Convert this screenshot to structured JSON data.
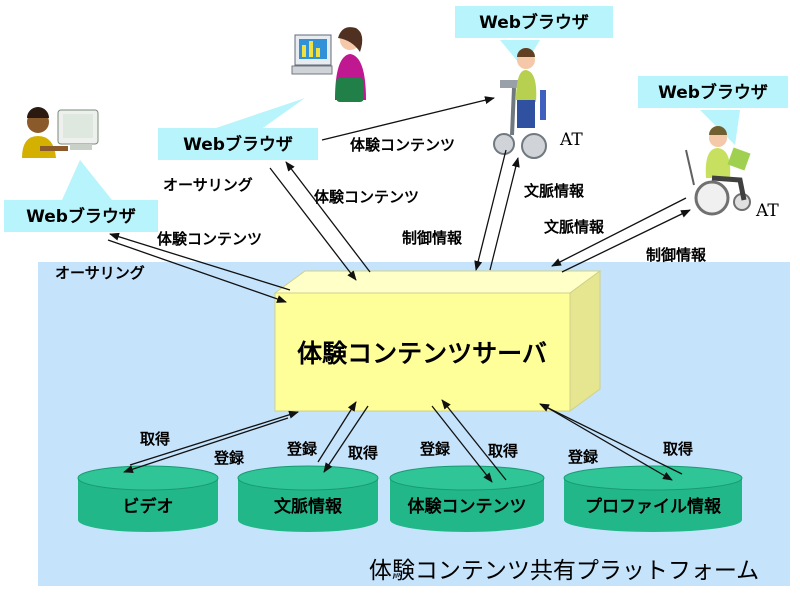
{
  "browsers": {
    "left": "Webブラウザ",
    "center_left": "Webブラウザ",
    "top_center": "Webブラウザ",
    "top_right": "Webブラウザ"
  },
  "at_labels": {
    "center": "AT",
    "right": "AT"
  },
  "edge_labels": {
    "authoring_left": "オーサリング",
    "content_left": "体験コンテンツ",
    "authoring_center": "オーサリング",
    "content_center": "体験コンテンツ",
    "content_top": "体験コンテンツ",
    "context_center": "文脈情報",
    "control_center": "制御情報",
    "context_right": "文脈情報",
    "control_right": "制御情報"
  },
  "server": {
    "label": "体験コンテンツサーバ"
  },
  "databases": [
    {
      "label": "ビデオ",
      "top": "登録",
      "side": "取得"
    },
    {
      "label": "文脈情報",
      "top": "登録",
      "side": "取得"
    },
    {
      "label": "体験コンテンツ",
      "top": "登録",
      "side": "取得"
    },
    {
      "label": "プロファイル情報",
      "top": "登録",
      "side": "取得"
    }
  ],
  "platform": {
    "label": "体験コンテンツ共有プラットフォーム"
  },
  "colors": {
    "platform_bg": "#c5e3fb",
    "browser_bg": "#b7f4fb",
    "server_front": "#ffff99",
    "server_top": "#ffffc8",
    "server_side": "#e6e690",
    "db": "#22b789"
  },
  "icons": [
    "person-at-computer-icon",
    "woman-at-computer-icon",
    "standing-assist-device-icon",
    "wheelchair-user-icon"
  ]
}
